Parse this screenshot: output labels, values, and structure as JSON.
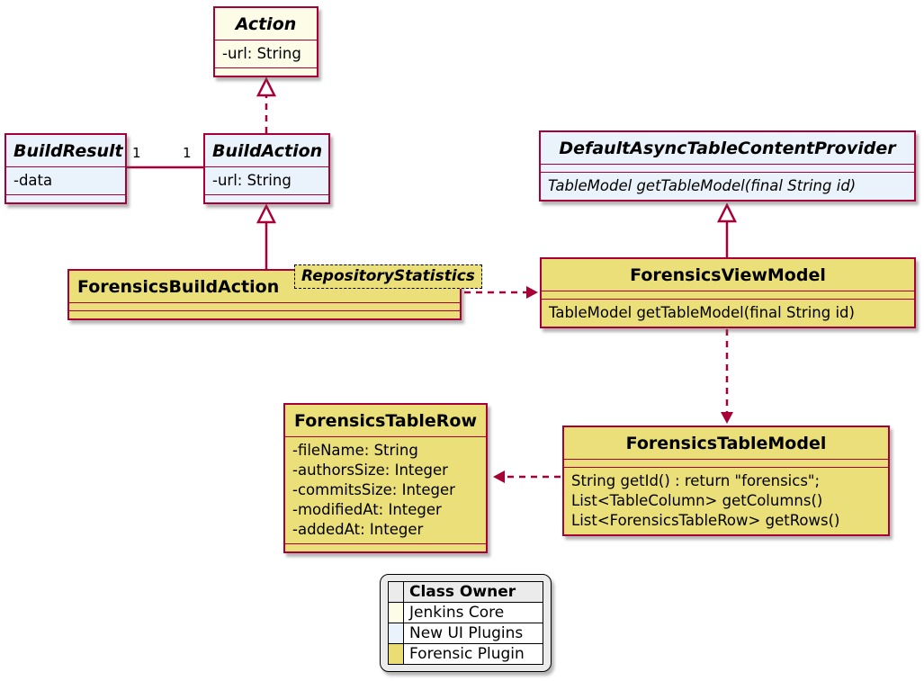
{
  "colors": {
    "border": "#A80036",
    "jenkins_core_fill": "#FDFDE7",
    "new_ui_fill": "#EAF2FB",
    "forensic_fill": "#EADF78",
    "legend_bg": "#EBEBEB"
  },
  "classes": {
    "action": {
      "name": "Action",
      "attributes": [
        "-url: String"
      ]
    },
    "build_result": {
      "name": "BuildResult",
      "attributes": [
        "-data"
      ]
    },
    "build_action": {
      "name": "BuildAction",
      "attributes": [
        "-url: String"
      ]
    },
    "default_async_table_content_provider": {
      "name": "DefaultAsyncTableContentProvider",
      "methods": [
        "TableModel getTableModel(final String id)"
      ]
    },
    "forensics_view_model": {
      "name": "ForensicsViewModel",
      "methods": [
        "TableModel getTableModel(final String id)"
      ]
    },
    "forensics_build_action": {
      "name": "ForensicsBuildAction",
      "generic_label": "RepositoryStatistics"
    },
    "forensics_table_row": {
      "name": "ForensicsTableRow",
      "attributes": [
        "-fileName: String",
        "-authorsSize: Integer",
        "-commitsSize: Integer",
        "-modifiedAt: Integer",
        "-addedAt: Integer"
      ]
    },
    "forensics_table_model": {
      "name": "ForensicsTableModel",
      "methods": [
        "String getId() : return \"forensics\";",
        "List<TableColumn> getColumns()",
        "List<ForensicsTableRow> getRows()"
      ]
    }
  },
  "associations": {
    "build_result_build_action": {
      "left_multiplicity": "1",
      "right_multiplicity": "1"
    }
  },
  "legend": {
    "title": "Class Owner",
    "entries": [
      {
        "label": "Jenkins Core",
        "color": "#FDFDE7"
      },
      {
        "label": "New UI Plugins",
        "color": "#EAF2FB"
      },
      {
        "label": "Forensic Plugin",
        "color": "#E9DD74"
      }
    ]
  }
}
